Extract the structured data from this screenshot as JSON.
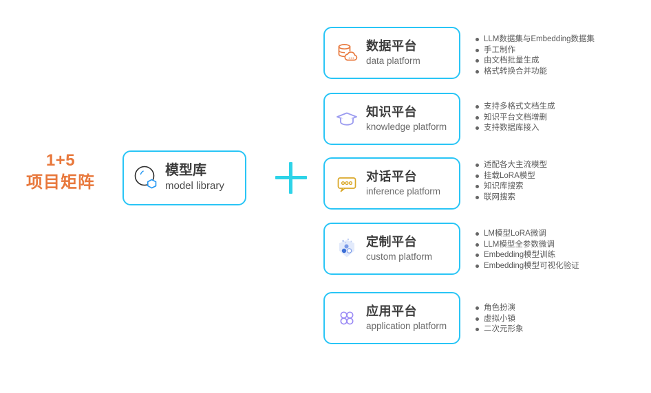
{
  "left_label": {
    "line1": "1+5",
    "line2": "项目矩阵"
  },
  "center": {
    "icon": "model-library-icon",
    "title_cn": "模型库",
    "title_en": "model library"
  },
  "plus": {
    "symbol": "+",
    "color": "#2ED3E8"
  },
  "colors": {
    "card_border": "#29C5F6",
    "accent_orange": "#E8783C",
    "title_text": "#3C3C3C",
    "subtitle_text": "#6b6b6b",
    "bullet_text": "#5a5a5a"
  },
  "platforms": [
    {
      "icon": "database-cloud-icon",
      "icon_color": "#E8783C",
      "title_cn": "数据平台",
      "title_en": "data platform",
      "features": [
        "LLM数据集与Embedding数据集",
        "手工制作",
        "由文档批量生成",
        "格式转换合并功能"
      ]
    },
    {
      "icon": "graduation-cap-icon",
      "icon_color": "#9B9BF0",
      "title_cn": "知识平台",
      "title_en": "knowledge platform",
      "features": [
        "支持多格式文档生成",
        "知识平台文档增删",
        "支持数据库接入"
      ]
    },
    {
      "icon": "chat-bubble-icon",
      "icon_color": "#D9A727",
      "title_cn": "对话平台",
      "title_en": "inference platform",
      "features": [
        "适配各大主流模型",
        "挂载LoRA模型",
        "知识库搜索",
        "联网搜索"
      ]
    },
    {
      "icon": "molecule-shield-icon",
      "icon_color": "#7B9BE8",
      "title_cn": "定制平台",
      "title_en": "custom platform",
      "features": [
        "LM模型LoRA微调",
        "LLM模型全参数微调",
        "Embedding模型训练",
        "Embedding模型可视化验证"
      ]
    },
    {
      "icon": "four-petal-icon",
      "icon_color": "#9B8BF5",
      "title_cn": "应用平台",
      "title_en": "application platform",
      "features": [
        "角色扮演",
        "虚拟小镇",
        "二次元形象"
      ]
    }
  ]
}
